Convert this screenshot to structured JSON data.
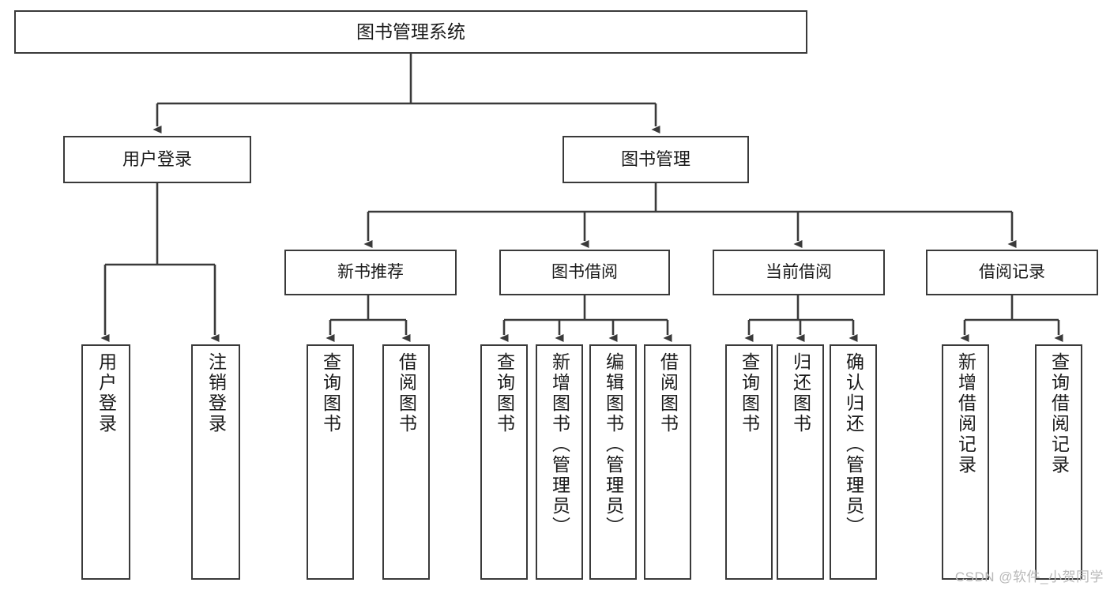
{
  "diagram": {
    "title": "图书管理系统",
    "type": "hierarchy-tree",
    "root": {
      "label": "图书管理系统"
    },
    "level1": [
      {
        "label": "用户登录"
      },
      {
        "label": "图书管理"
      }
    ],
    "level2": [
      {
        "label": "新书推荐"
      },
      {
        "label": "图书借阅"
      },
      {
        "label": "当前借阅"
      },
      {
        "label": "借阅记录"
      }
    ],
    "leaves": [
      {
        "label": "用户登录",
        "parent": "用户登录"
      },
      {
        "label": "注销登录",
        "parent": "用户登录"
      },
      {
        "label": "查询图书",
        "parent": "新书推荐"
      },
      {
        "label": "借阅图书",
        "parent": "新书推荐"
      },
      {
        "label": "查询图书",
        "parent": "图书借阅"
      },
      {
        "label": "新增图书（管理员）",
        "parent": "图书借阅"
      },
      {
        "label": "编辑图书（管理员）",
        "parent": "图书借阅"
      },
      {
        "label": "借阅图书",
        "parent": "图书借阅"
      },
      {
        "label": "查询图书",
        "parent": "当前借阅"
      },
      {
        "label": "归还图书",
        "parent": "当前借阅"
      },
      {
        "label": "确认归还（管理员）",
        "parent": "当前借阅"
      },
      {
        "label": "新增借阅记录",
        "parent": "借阅记录"
      },
      {
        "label": "查询借阅记录",
        "parent": "借阅记录"
      }
    ],
    "watermark": "CSDN @软件_小贺同学",
    "colors": {
      "stroke": "#3a3a3a",
      "fill": "#ffffff",
      "text": "#1a1a1a",
      "watermark": "#b8b8b8"
    }
  }
}
